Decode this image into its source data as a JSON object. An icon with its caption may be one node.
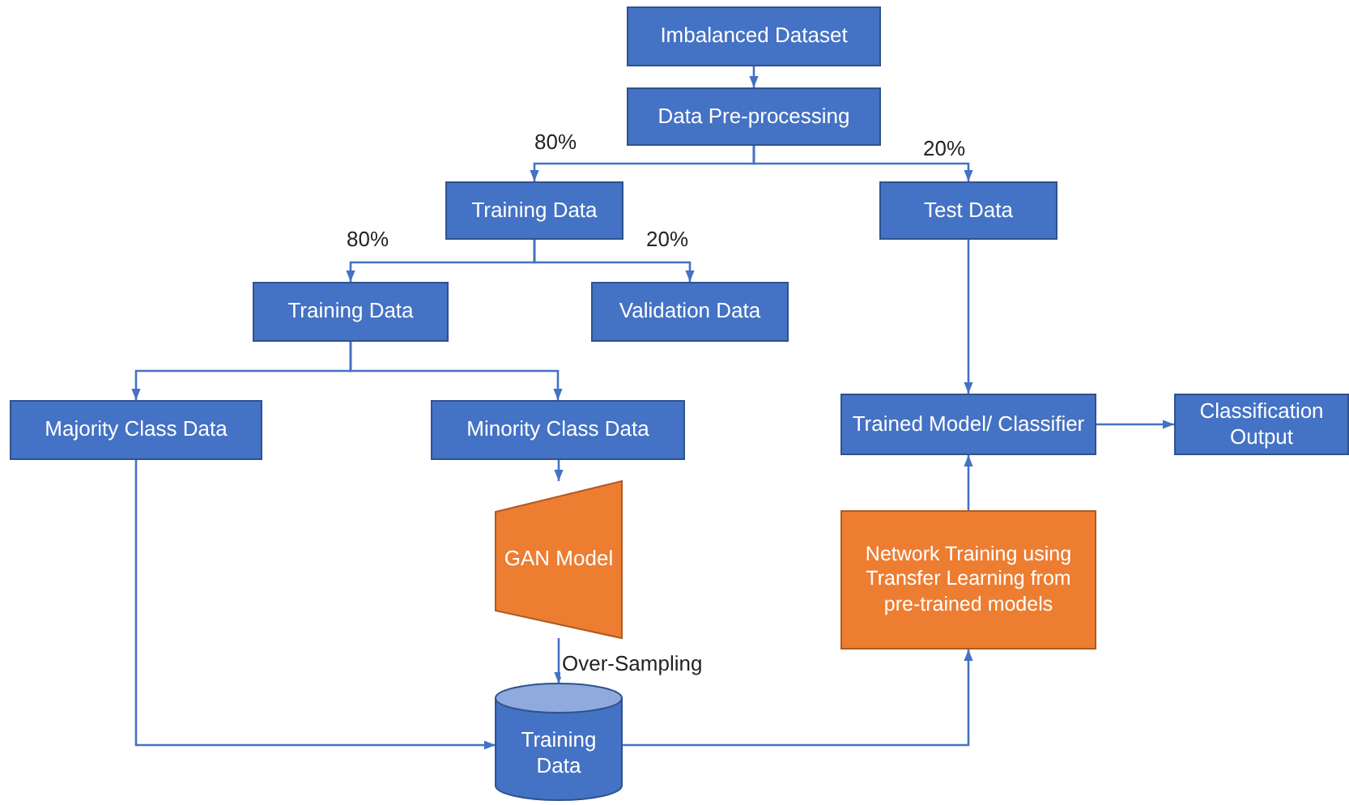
{
  "diagram": {
    "nodes": [
      {
        "text": [
          "Imbalanced Dataset"
        ]
      },
      {
        "text": [
          "Data Pre-processing"
        ]
      },
      {
        "text": [
          "Training Data"
        ]
      },
      {
        "text": [
          "Test Data"
        ]
      },
      {
        "text": [
          "Training Data"
        ]
      },
      {
        "text": [
          "Validation Data"
        ]
      },
      {
        "text": [
          "Majority Class Data"
        ]
      },
      {
        "text": [
          "Minority Class Data"
        ]
      },
      {
        "text": [
          "GAN Model"
        ]
      },
      {
        "text": [
          "Training Data"
        ]
      },
      {
        "text": [
          "Trained Model/ Classifier"
        ]
      },
      {
        "text": [
          "Classification Output"
        ]
      },
      {
        "text": [
          "Network Training using Transfer Learning from pre-trained models"
        ]
      }
    ],
    "edges": [
      {
        "from": 0,
        "to": 1,
        "arrow": "to"
      },
      {
        "from": 1,
        "to": 2,
        "arrow": "to",
        "label": "80%"
      },
      {
        "from": 1,
        "to": 3,
        "arrow": "to",
        "label": "20%"
      },
      {
        "from": 2,
        "to": 4,
        "arrow": "to",
        "label": "80%"
      },
      {
        "from": 2,
        "to": 5,
        "arrow": "to",
        "label": "20%"
      },
      {
        "from": 4,
        "to": 6,
        "arrow": "to"
      },
      {
        "from": 4,
        "to": 7,
        "arrow": "to"
      },
      {
        "from": 7,
        "to": 8,
        "arrow": "to"
      },
      {
        "from": 8,
        "to": 9,
        "arrow": "to",
        "label": "Over-Sampling"
      },
      {
        "from": 6,
        "to": 9,
        "arrow": "to"
      },
      {
        "from": 9,
        "to": 12,
        "arrow": "to"
      },
      {
        "from": 12,
        "to": 10,
        "arrow": "to"
      },
      {
        "from": 3,
        "to": 10,
        "arrow": "to"
      },
      {
        "from": 10,
        "to": 11,
        "arrow": "to"
      }
    ]
  }
}
